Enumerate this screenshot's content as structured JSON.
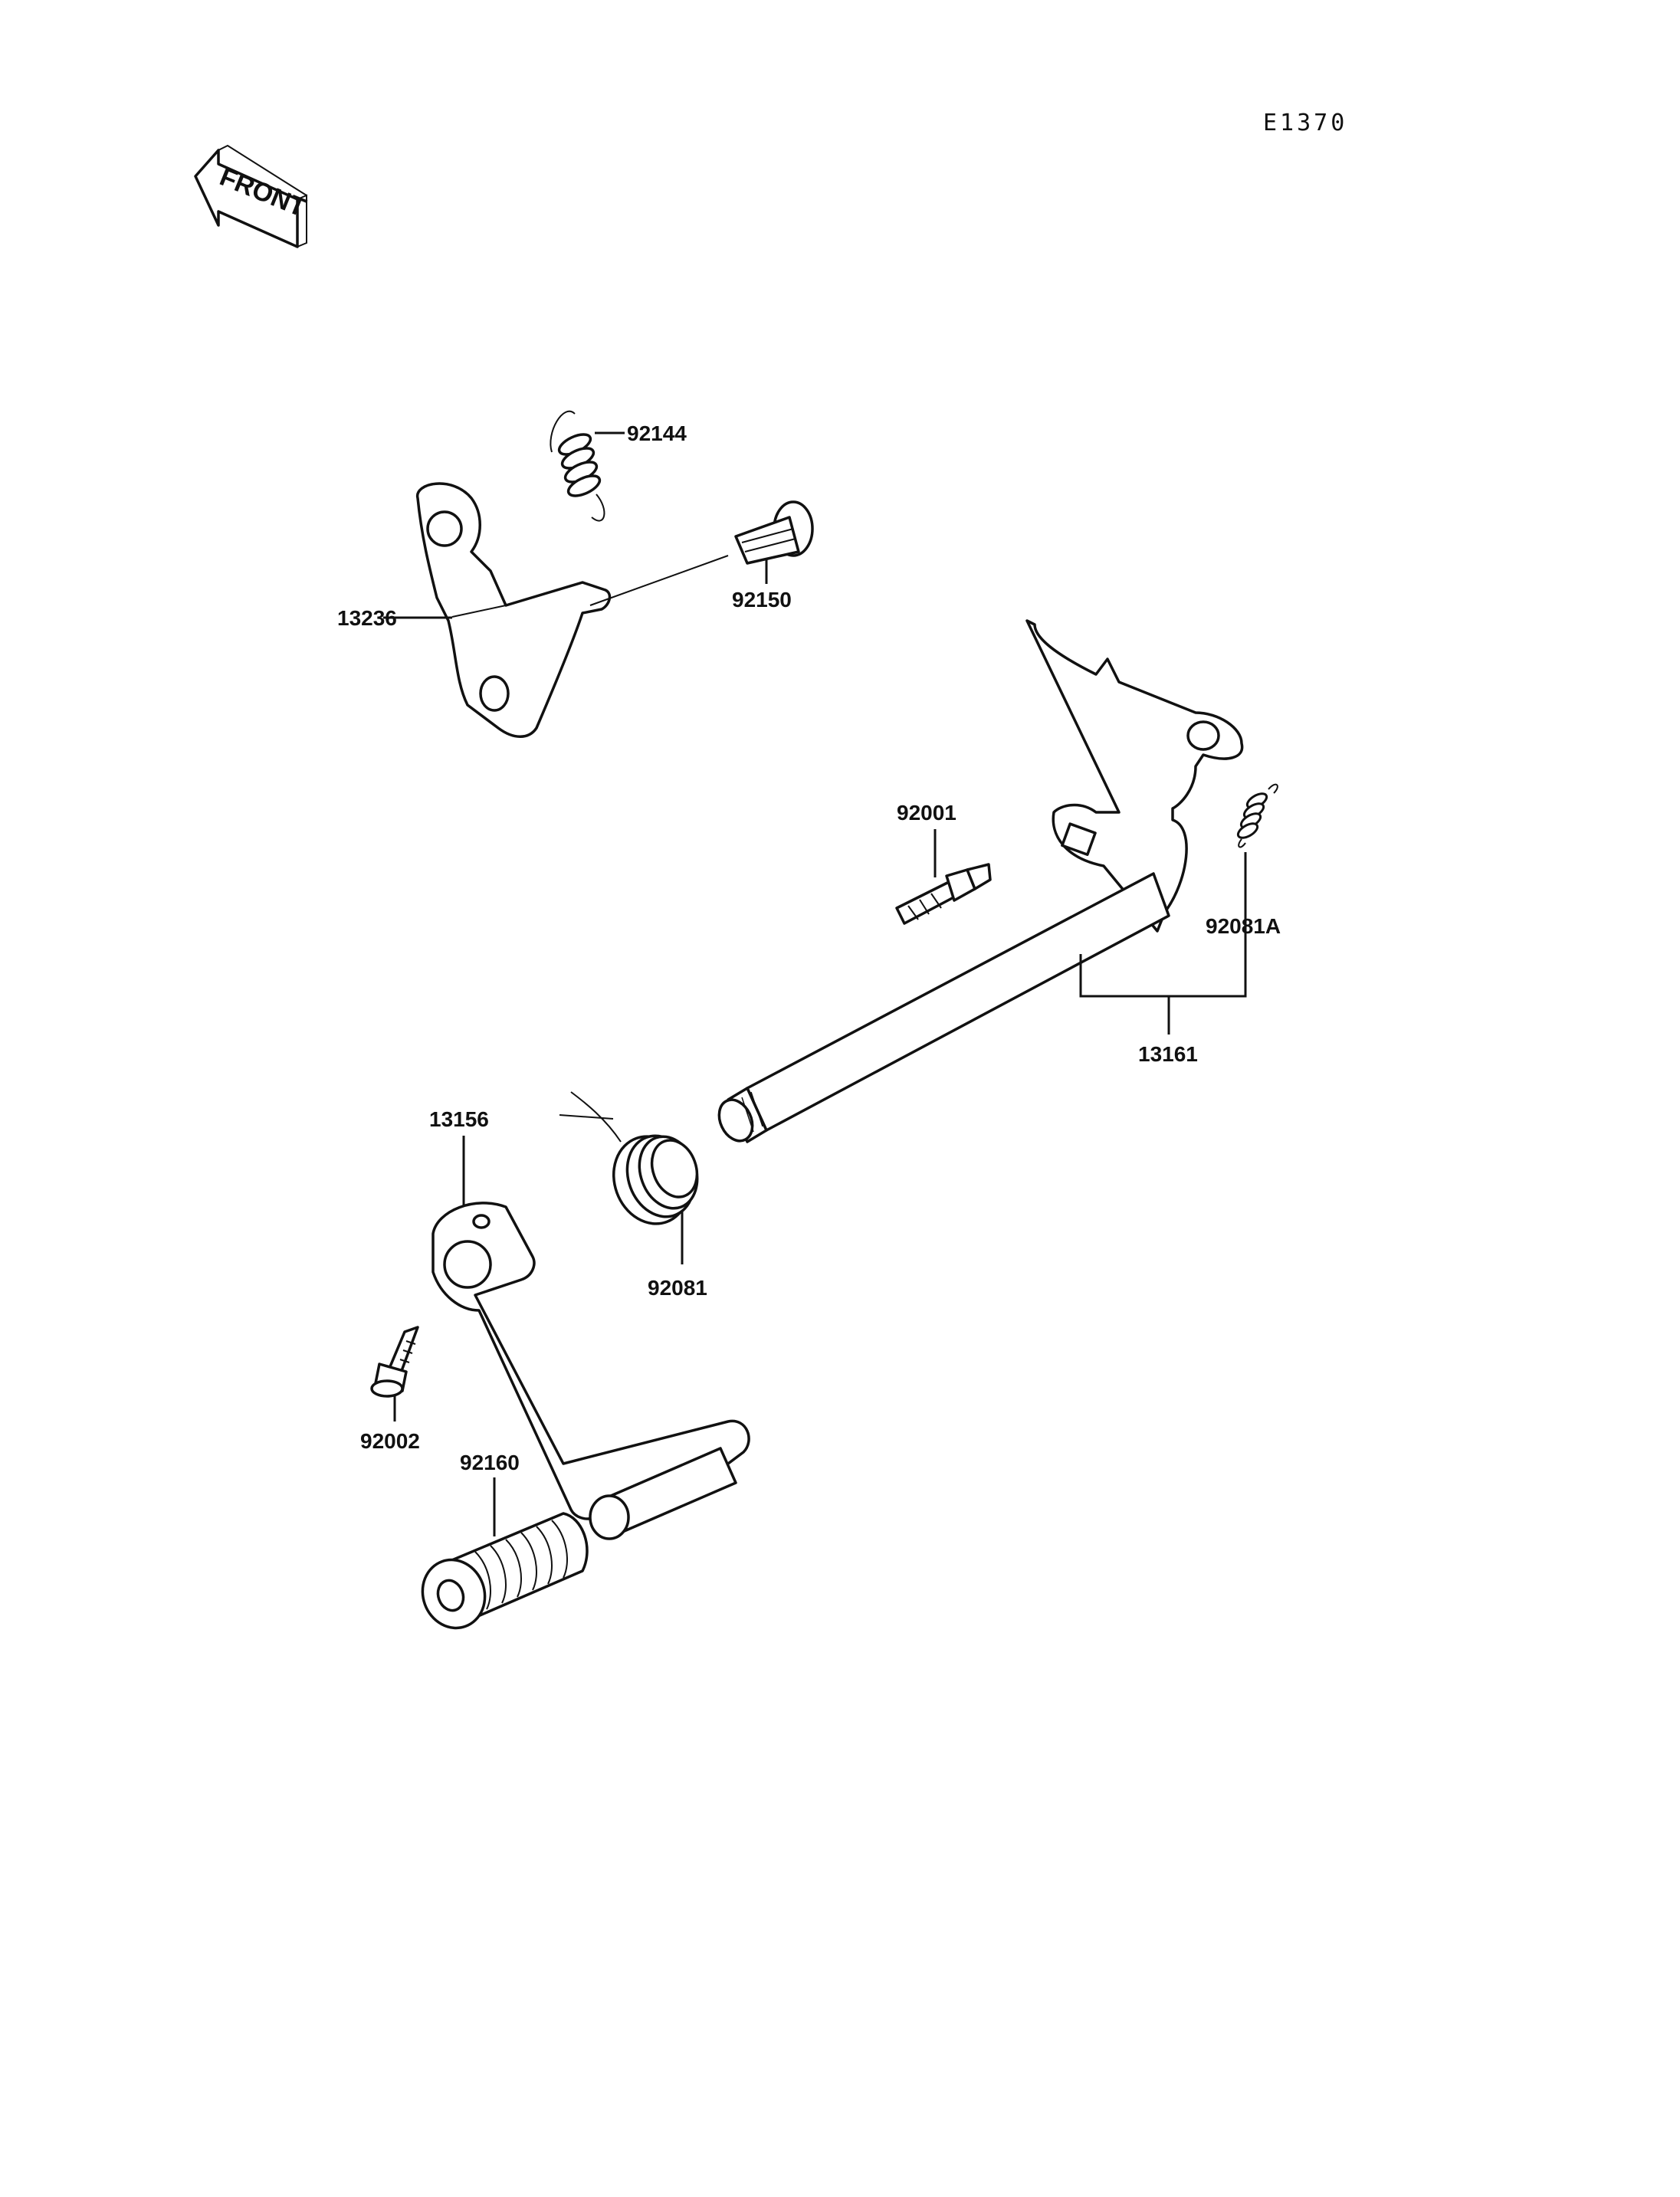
{
  "figure_code": "E1370",
  "front_marker": "FRONT",
  "parts": {
    "p92144": "92144",
    "p13236": "13236",
    "p92150": "92150",
    "p92001": "92001",
    "p92081A": "92081A",
    "p13161": "13161",
    "p13156": "13156",
    "p92081": "92081",
    "p92002": "92002",
    "p92160": "92160"
  },
  "icons": {
    "front": "front-arrow-icon",
    "spring": "coil-spring-icon",
    "arm": "shift-arm-icon",
    "bolt": "bolt-icon",
    "shaft": "shift-shaft-icon",
    "pedal": "shift-pedal-icon",
    "rubber": "pedal-rubber-icon"
  }
}
